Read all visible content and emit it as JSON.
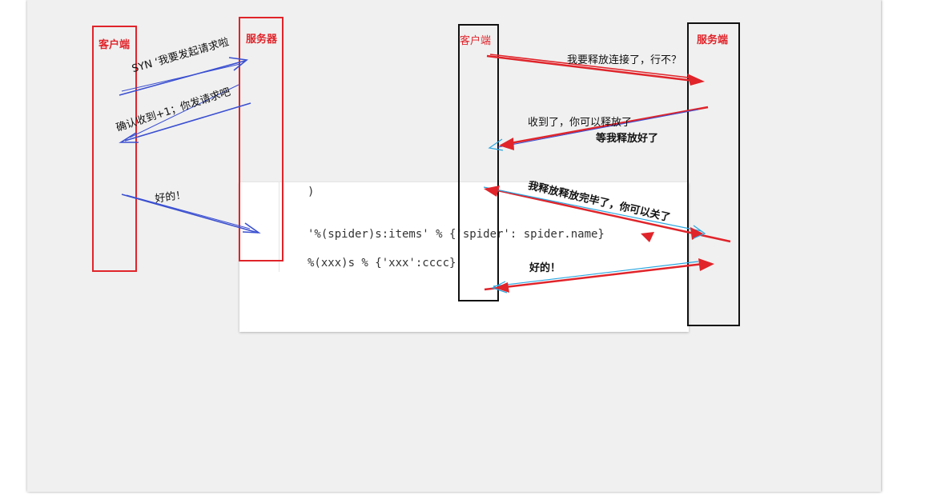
{
  "left_diagram": {
    "client_label": "客户端",
    "server_label": "服务器",
    "msg_syn": "SYN ‘我要发起请求啦",
    "msg_ack": "确认收到+1；你发请求吧",
    "msg_ok": "好的！"
  },
  "right_diagram": {
    "client_label": "客户端",
    "server_label": "服务端",
    "msg_release_request": "我要释放连接了，行不？",
    "msg_received": "收到了，你可以释放了",
    "msg_wait": "等我释放好了",
    "msg_released": "我释放释放完毕了，你可以关了",
    "msg_ok": "好的！"
  },
  "code_snippet": {
    "line1": ")",
    "line2": "'%(spider)s:items' % {'spider': spider.name}",
    "line3": "%(xxx)s % {'xxx':cccc}"
  },
  "colors": {
    "red": "#e0242a",
    "blue": "#3a4fd0",
    "cyan": "#2aa6e0",
    "black": "#111111"
  }
}
